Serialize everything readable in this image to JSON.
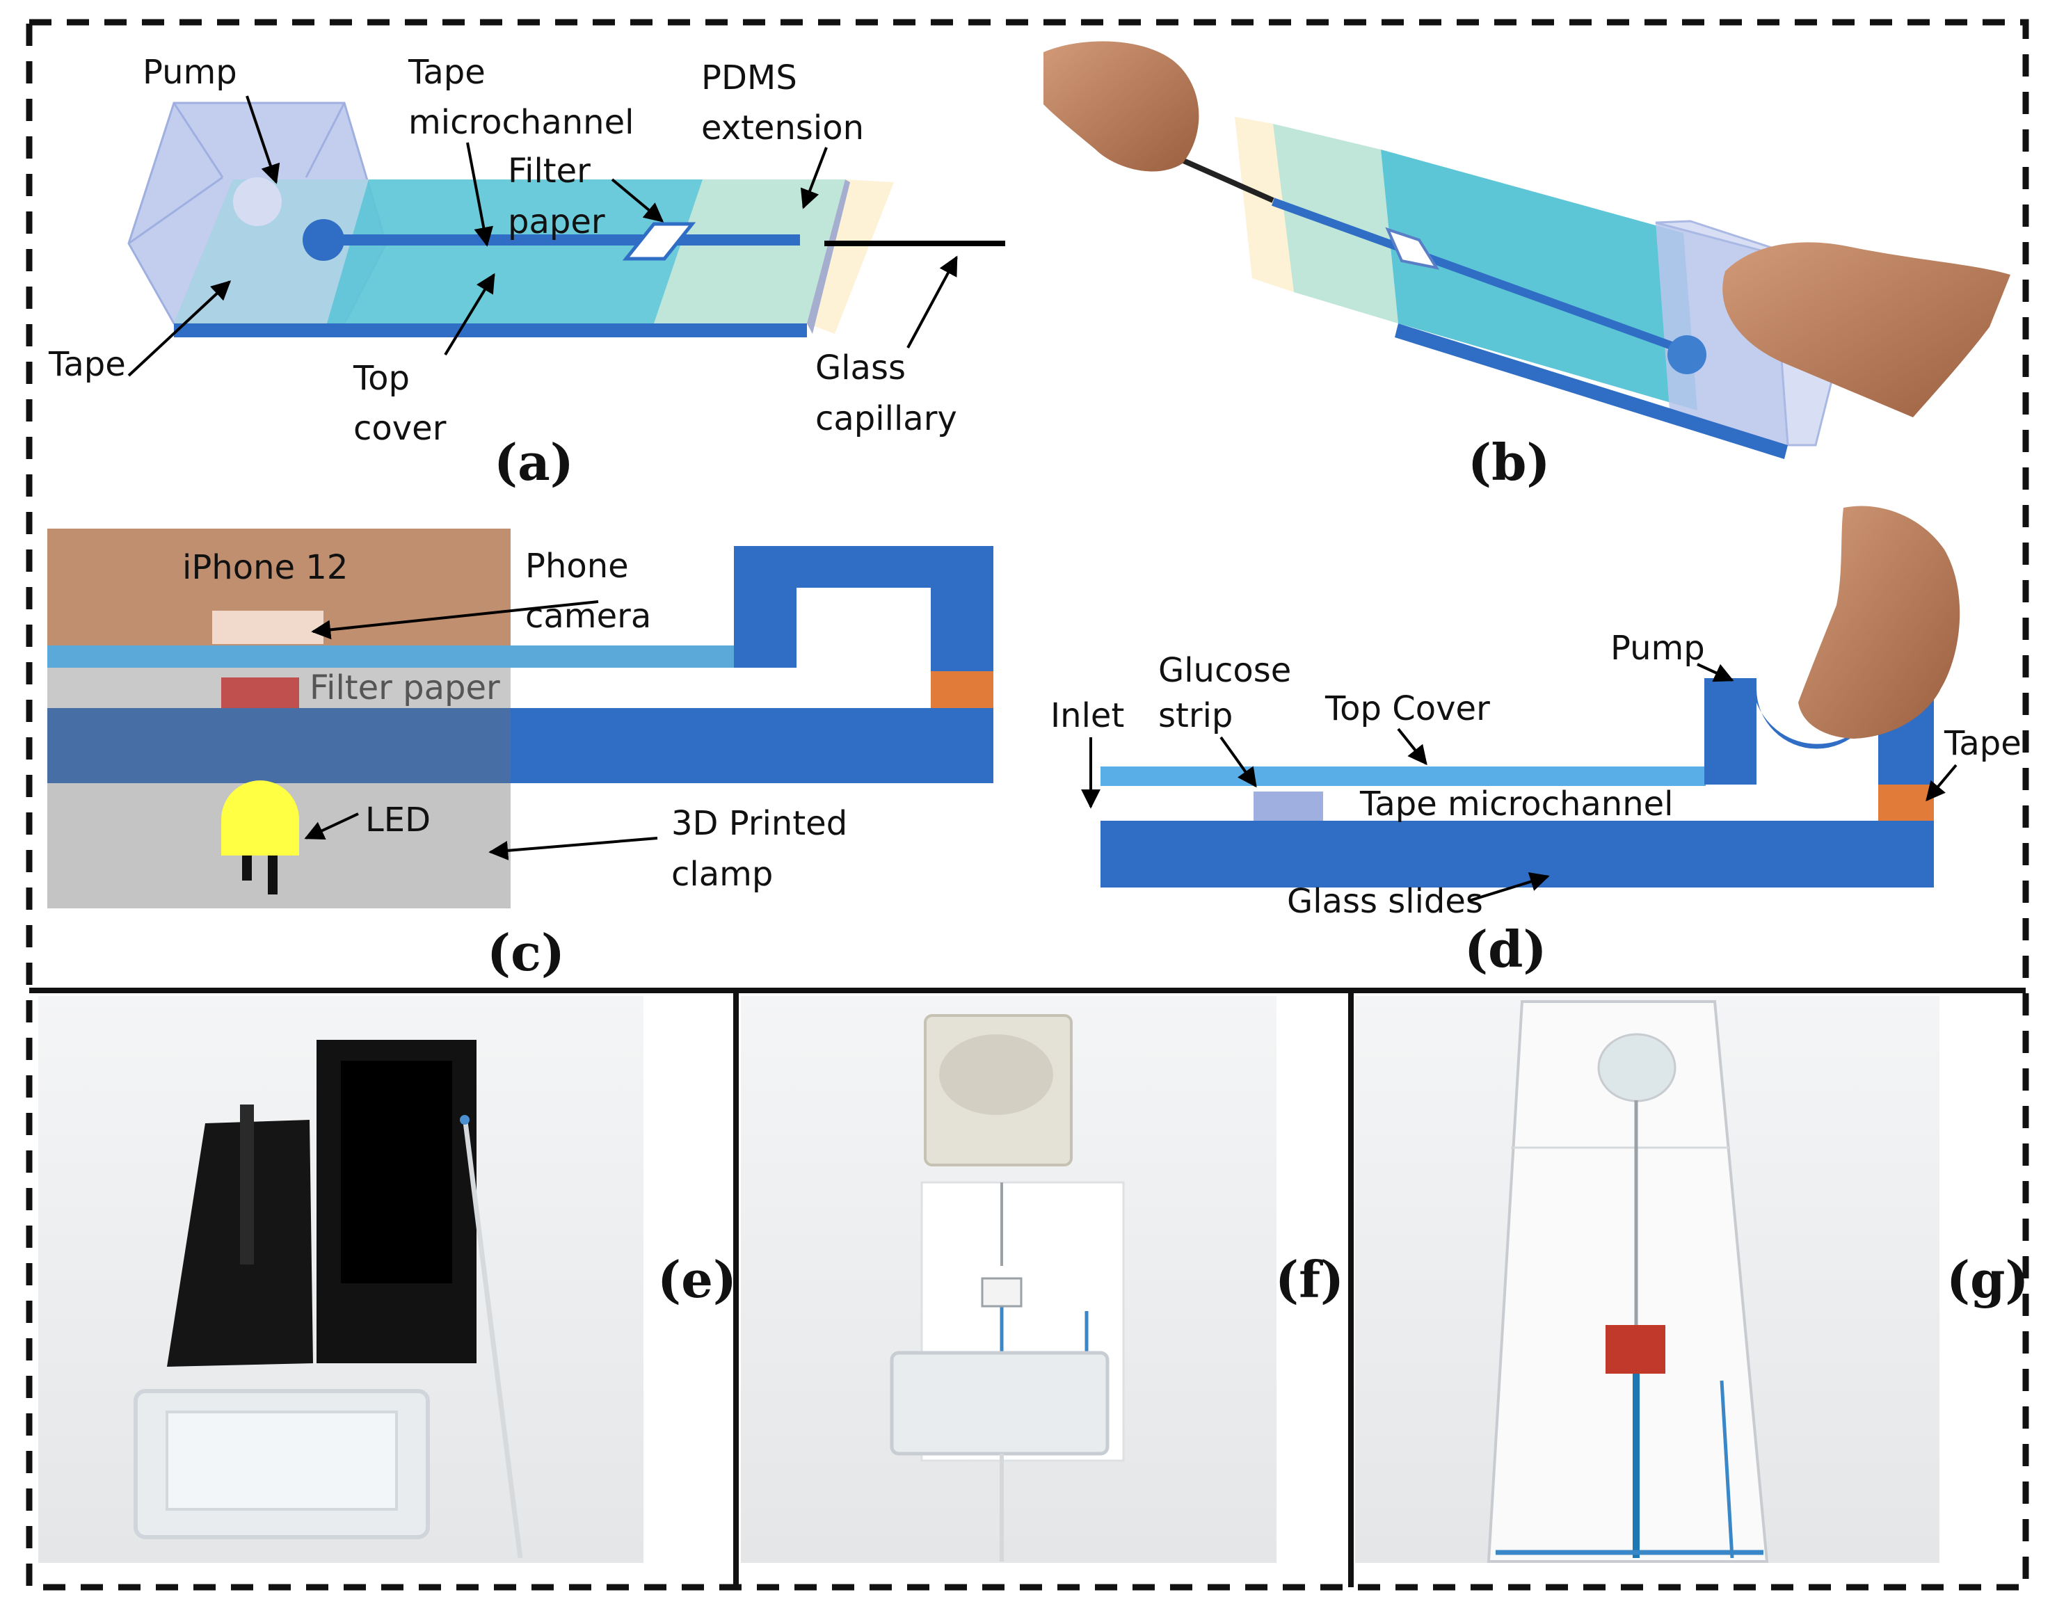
{
  "panel_a": {
    "caption": "(a)",
    "pump": "Pump",
    "tape_microchannel_1": "Tape",
    "tape_microchannel_2": "microchannel",
    "filter_paper_1": "Filter",
    "filter_paper_2": "paper",
    "pdms_1": "PDMS",
    "pdms_2": "extension",
    "tape": "Tape",
    "top_cover_1": "Top",
    "top_cover_2": "cover",
    "glass_capillary_1": "Glass",
    "glass_capillary_2": "capillary"
  },
  "panel_b": {
    "caption": "(b)"
  },
  "panel_c": {
    "caption": "(c)",
    "iphone": "iPhone 12",
    "phone_camera_1": "Phone",
    "phone_camera_2": "camera",
    "filter_paper": "Filter paper",
    "led": "LED",
    "clamp_1": "3D Printed",
    "clamp_2": "clamp"
  },
  "panel_d": {
    "caption": "(d)",
    "glucose_1": "Glucose",
    "glucose_2": "strip",
    "inlet": "Inlet",
    "top_cover": "Top Cover",
    "pump": "Pump",
    "tape": "Tape",
    "tape_microchannel": "Tape microchannel",
    "glass_slides": "Glass slides"
  },
  "panel_e": {
    "caption": "(e)"
  },
  "panel_f": {
    "caption": "(f)"
  },
  "panel_g": {
    "caption": "(g)"
  },
  "colors": {
    "pump_block": "#b9c6ec",
    "channel_teal": "#5cc5d6",
    "channel_blue": "#2f6ec4",
    "pdms": "#bfe6d8",
    "capillary_cream": "#fdf1d6",
    "phone_brown": "#c08f70",
    "led_yellow": "#ffff44",
    "clamp_gray": "#c4c4c4",
    "filter_red": "#c0504d",
    "tape_orange": "#e07b3a"
  }
}
